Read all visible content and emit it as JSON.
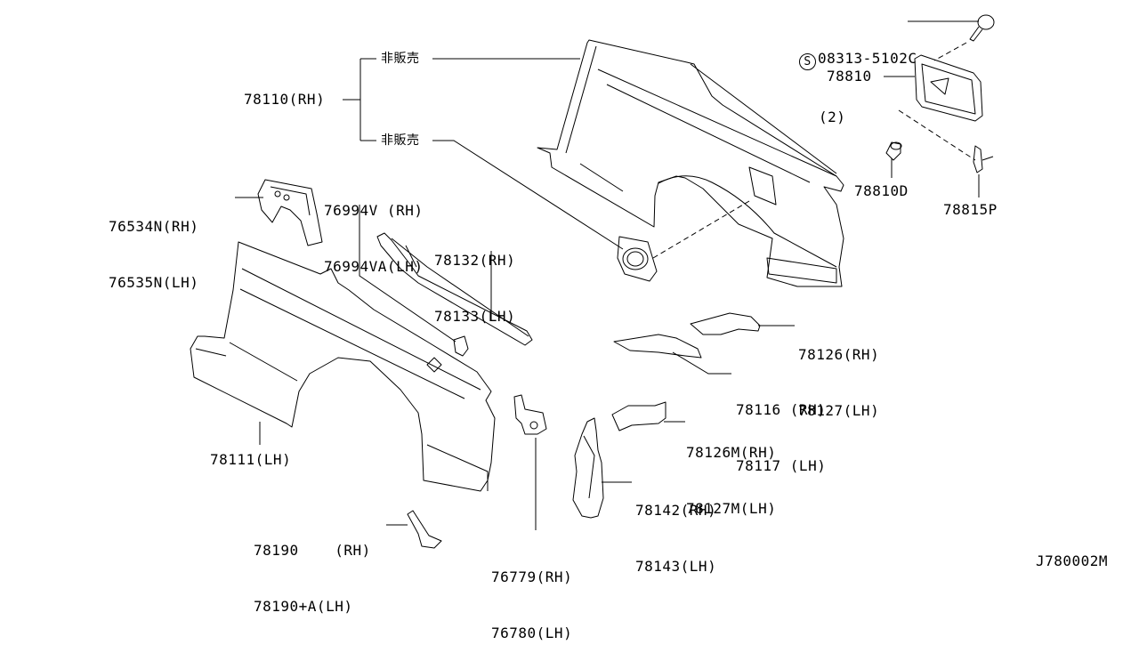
{
  "diagram": {
    "code": "J780002M",
    "callouts": [
      {
        "id": "bolt",
        "symbol": "S",
        "lines": [
          "08313-5102C",
          "(2)"
        ]
      },
      {
        "id": "78810",
        "lines": [
          "78810"
        ]
      },
      {
        "id": "78110",
        "lines": [
          "78110(RH)"
        ]
      },
      {
        "id": "nfs-upper",
        "lines": [
          "非販売"
        ]
      },
      {
        "id": "nfs-lower",
        "lines": [
          "非販売"
        ]
      },
      {
        "id": "78810D",
        "lines": [
          "78810D"
        ]
      },
      {
        "id": "78815P",
        "lines": [
          "78815P"
        ]
      },
      {
        "id": "76534N",
        "lines": [
          "76534N(RH)",
          "76535N(LH)"
        ]
      },
      {
        "id": "76994V",
        "lines": [
          "76994V (RH)",
          "76994VA(LH)"
        ]
      },
      {
        "id": "78132",
        "lines": [
          "78132(RH)",
          "78133(LH)"
        ]
      },
      {
        "id": "78126",
        "lines": [
          "78126(RH)",
          "78127(LH)"
        ]
      },
      {
        "id": "78116",
        "lines": [
          "78116 (RH)",
          "78117 (LH)"
        ]
      },
      {
        "id": "78126M",
        "lines": [
          "78126M(RH)",
          "78127M(LH)"
        ]
      },
      {
        "id": "78142",
        "lines": [
          "78142(RH)",
          "78143(LH)"
        ]
      },
      {
        "id": "78111",
        "lines": [
          "78111(LH)"
        ]
      },
      {
        "id": "78190",
        "lines": [
          "78190    (RH)",
          "78190+A(LH)"
        ]
      },
      {
        "id": "76779",
        "lines": [
          "76779(RH)",
          "76780(LH)"
        ]
      }
    ]
  }
}
